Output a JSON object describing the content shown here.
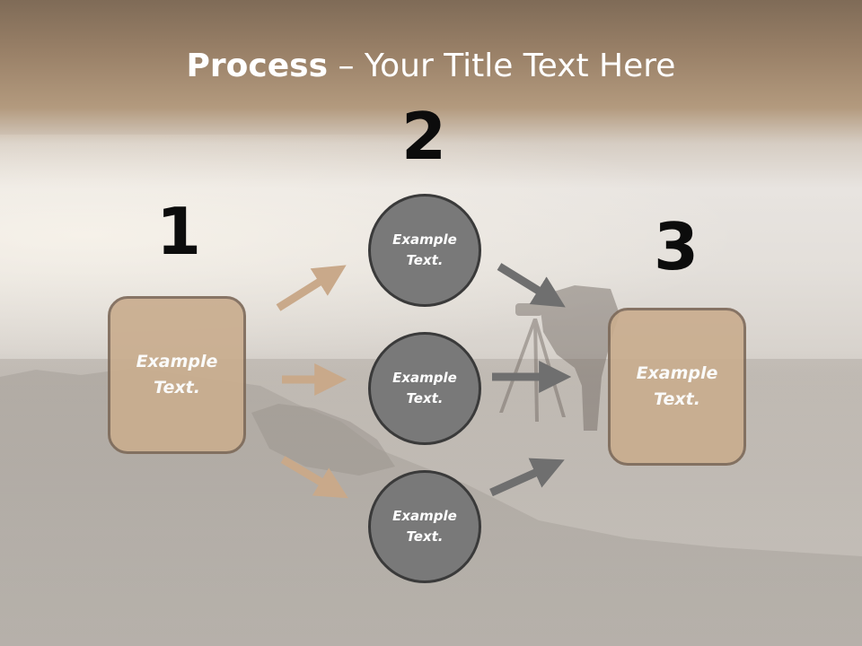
{
  "slide": {
    "title_bold": "Process",
    "title_rest": " – Your Title Text Here"
  },
  "steps": {
    "one": {
      "number": "1",
      "text": "Example Text."
    },
    "two": {
      "number": "2"
    },
    "three": {
      "number": "3",
      "text": "Example Text."
    }
  },
  "circles": [
    {
      "text": "Example Text."
    },
    {
      "text": "Example Text."
    },
    {
      "text": "Example Text."
    }
  ],
  "colors": {
    "tan_box": "#c9ad8f",
    "tan_arrow": "#c9a98a",
    "gray_circle": "#797979",
    "gray_arrow": "#6f6f6f"
  }
}
